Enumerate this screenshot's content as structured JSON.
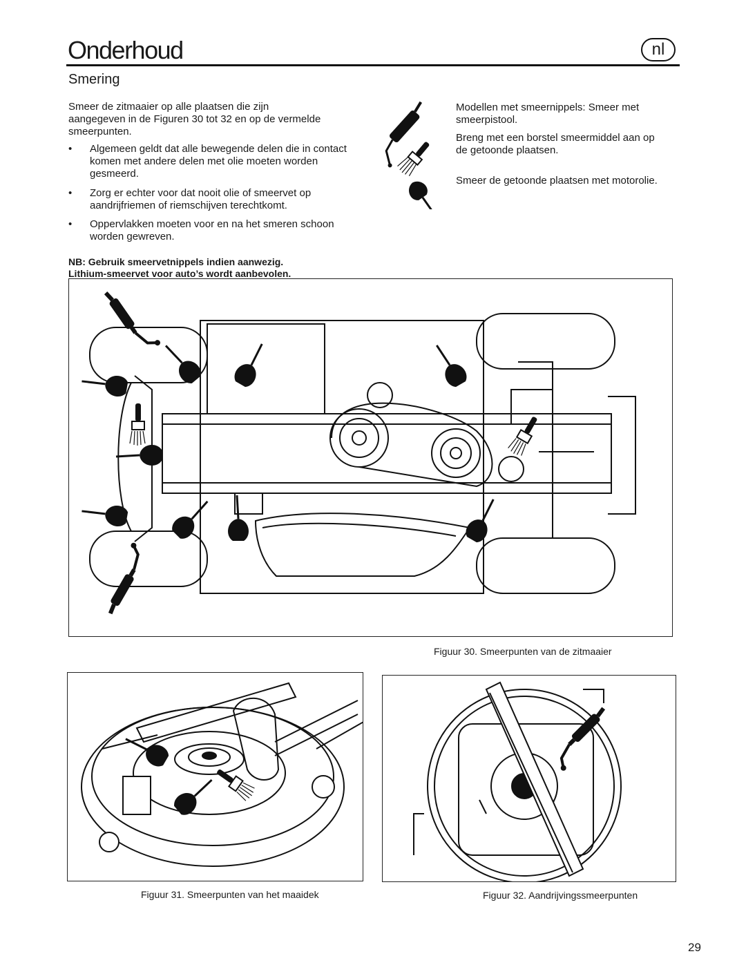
{
  "header": {
    "title": "Onderhoud",
    "lang": "nl"
  },
  "section": {
    "heading": "Smering"
  },
  "intro": {
    "line1": "Smeer de zitmaaier op alle plaatsen die zijn",
    "line2_pre": "aangegeven in de ",
    "line2_ref1": "Figuren 30",
    "line2_mid": " tot ",
    "line2_ref2": "32",
    "line2_post": " en op de vermelde",
    "line3": "smeerpunten."
  },
  "bullets": [
    {
      "symbol": "•",
      "text": "Algemeen geldt dat alle bewegende delen die in contact komen met andere delen met olie moeten worden gesmeerd."
    },
    {
      "symbol": "•",
      "text": "Zorg er echter voor dat nooit olie of smeervet op aandrijfriemen of riemschijven terechtkomt."
    },
    {
      "symbol": "•",
      "text": "Oppervlakken moeten voor en na het smeren schoon worden gewreven."
    }
  ],
  "note": {
    "line1": "NB: Gebruik smeervetnippels indien aanwezig.",
    "line2": "Lithium-smeervet voor auto’s wordt aanbevolen."
  },
  "legend": [
    {
      "icon": "grease-gun-icon",
      "text": "Modellen met smeernippels: Smeer met smeerpistool."
    },
    {
      "icon": "brush-icon",
      "text": "Breng met een borstel smeermiddel aan op de getoonde plaatsen."
    },
    {
      "icon": "oil-can-icon",
      "text": "Smeer de getoonde plaatsen met motorolie."
    }
  ],
  "figures": {
    "fig30_caption": "Figuur 30. Smeerpunten van de zitmaaier",
    "fig31_caption": "Figuur 31. Smeerpunten van het maaidek",
    "fig32_caption": "Figuur 32. Aandrijvingssmeerpunten"
  },
  "page_number": "29"
}
